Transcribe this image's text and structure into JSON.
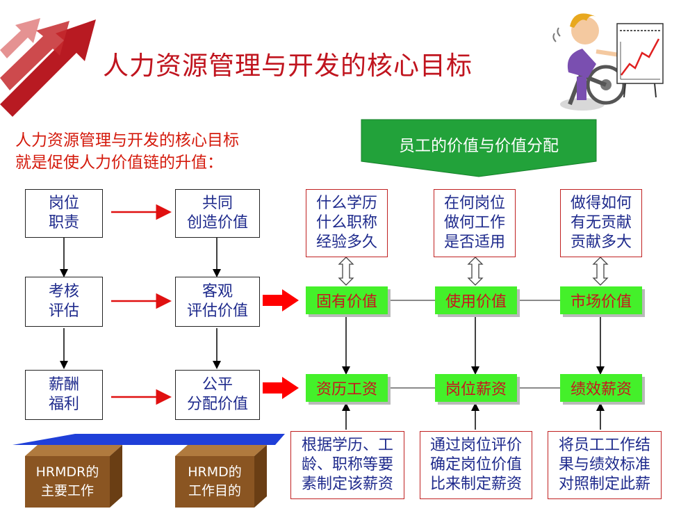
{
  "title": "人力资源管理与开发的核心目标",
  "subtitle": {
    "line1": "人力资源管理与开发的核心目标",
    "line2": "就是促使人力价值链的升值："
  },
  "banner": "员工的价值与价值分配",
  "left_boxes": [
    {
      "line1": "岗位",
      "line2": "职责"
    },
    {
      "line1": "考核",
      "line2": "评估"
    },
    {
      "line1": "薪酬",
      "line2": "福利"
    }
  ],
  "mid_boxes": [
    {
      "line1": "共同",
      "line2": "创造价值"
    },
    {
      "line1": "客观",
      "line2": "评估价值"
    },
    {
      "line1": "公平",
      "line2": "分配价值"
    }
  ],
  "top_info": [
    [
      "什么学历",
      "什么职称",
      "经验多久"
    ],
    [
      "在何岗位",
      "做何工作",
      "是否适用"
    ],
    [
      "做得如何",
      "有无贡献",
      "贡献多大"
    ]
  ],
  "value_boxes": [
    "固有价值",
    "使用价值",
    "市场价值"
  ],
  "salary_boxes": [
    "资历工资",
    "岗位薪资",
    "绩效薪资"
  ],
  "bottom_info": [
    [
      "根据学历、工",
      "龄、职称等要",
      "素制定该薪资"
    ],
    [
      "通过岗位评价",
      "确定岗位价值",
      "比来制定薪资"
    ],
    [
      "将员工工作结",
      "果与绩效标准",
      "对照制定此薪"
    ]
  ],
  "brown_blocks": [
    {
      "line1": "HRMDR的",
      "line2": "主要工作"
    },
    {
      "line1": "HRMD的",
      "line2": "工作目的"
    }
  ],
  "illustration": {
    "chart_icon": "line-chart-icon",
    "person_icon": "cyclist-icon"
  },
  "colors": {
    "title": "#c0141e",
    "banner": "#22a23a",
    "green_box": "#44f02a",
    "red_arrow": "#e01010",
    "platform": "#1f3fd8",
    "brown": "#8a5522"
  }
}
